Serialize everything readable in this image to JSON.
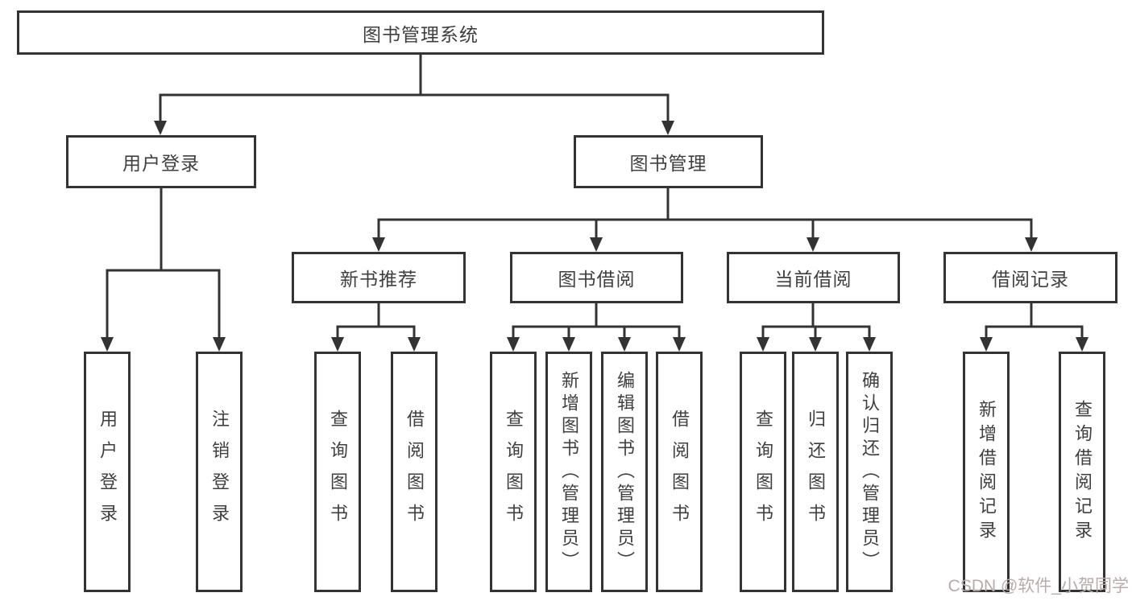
{
  "tree": {
    "label": "图书管理系统",
    "children": [
      {
        "label": "用户登录",
        "children": [
          {
            "label": "用户登录"
          },
          {
            "label": "注销登录"
          }
        ]
      },
      {
        "label": "图书管理",
        "children": [
          {
            "label": "新书推荐",
            "children": [
              {
                "label": "查询图书"
              },
              {
                "label": "借阅图书"
              }
            ]
          },
          {
            "label": "图书借阅",
            "children": [
              {
                "label": "查询图书"
              },
              {
                "label": "新增图书（管理员）"
              },
              {
                "label": "编辑图书（管理员）"
              },
              {
                "label": "借阅图书"
              }
            ]
          },
          {
            "label": "当前借阅",
            "children": [
              {
                "label": "查询图书"
              },
              {
                "label": "归还图书"
              },
              {
                "label": "确认归还（管理员）"
              }
            ]
          },
          {
            "label": "借阅记录",
            "children": [
              {
                "label": "新增借阅记录"
              },
              {
                "label": "查询借阅记录"
              }
            ]
          }
        ]
      }
    ]
  },
  "watermark": {
    "text": "CSDN @软件_小贺同学"
  },
  "colors": {
    "line": "#333333",
    "box_border": "#333333",
    "text": "#3f3f3f",
    "background": "#ffffff",
    "watermark": "#b7abab"
  }
}
